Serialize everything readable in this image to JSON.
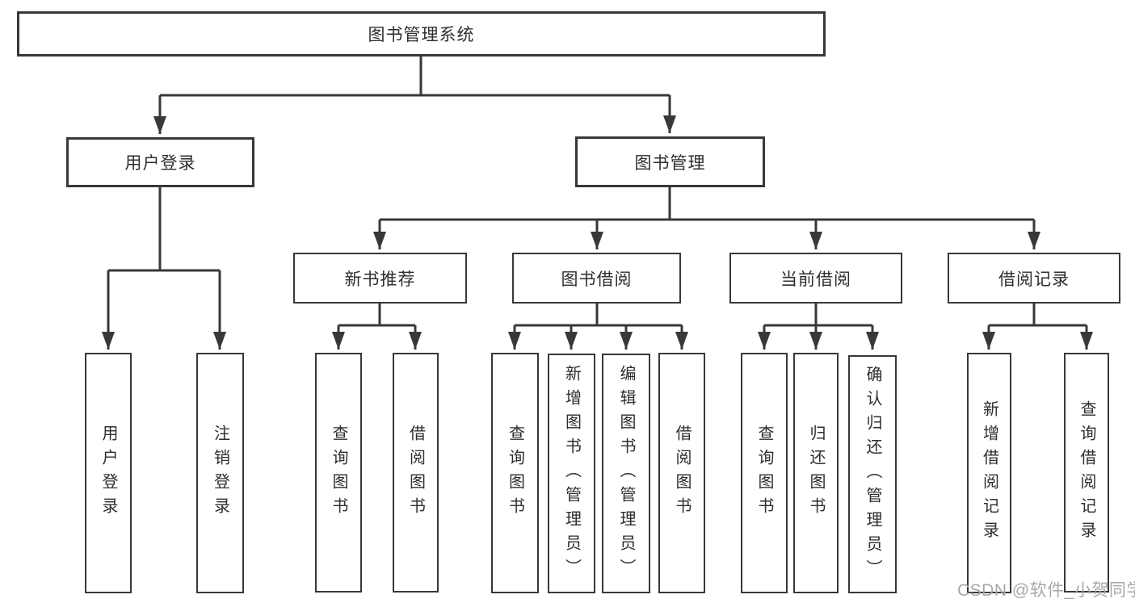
{
  "diagram": {
    "title": "图书管理系统",
    "root": "图书管理系统",
    "level2": {
      "user_login": "用户登录",
      "book_mgmt": "图书管理"
    },
    "level3": {
      "new_books": "新书推荐",
      "book_borrow": "图书借阅",
      "current_borrow": "当前借阅",
      "borrow_records": "借阅记录"
    },
    "leaves": {
      "user_login": "用户登录",
      "logout": "注销登录",
      "nb_query": "查询图书",
      "nb_borrow": "借阅图书",
      "bb_query": "查询图书",
      "bb_add": "新增图书（管理员）",
      "bb_edit": "编辑图书（管理员）",
      "bb_borrow": "借阅图书",
      "cb_query": "查询图书",
      "cb_return": "归还图书",
      "cb_confirm": "确认归还（管理员）",
      "br_add": "新增借阅记录",
      "br_query": "查询借阅记录"
    }
  },
  "watermark": "CSDN @软件_小贺同学",
  "colors": {
    "line": "#383838",
    "box_border": "#383838",
    "text": "#2e2e2e",
    "watermark": "#a8a8a8",
    "background": "#ffffff"
  }
}
